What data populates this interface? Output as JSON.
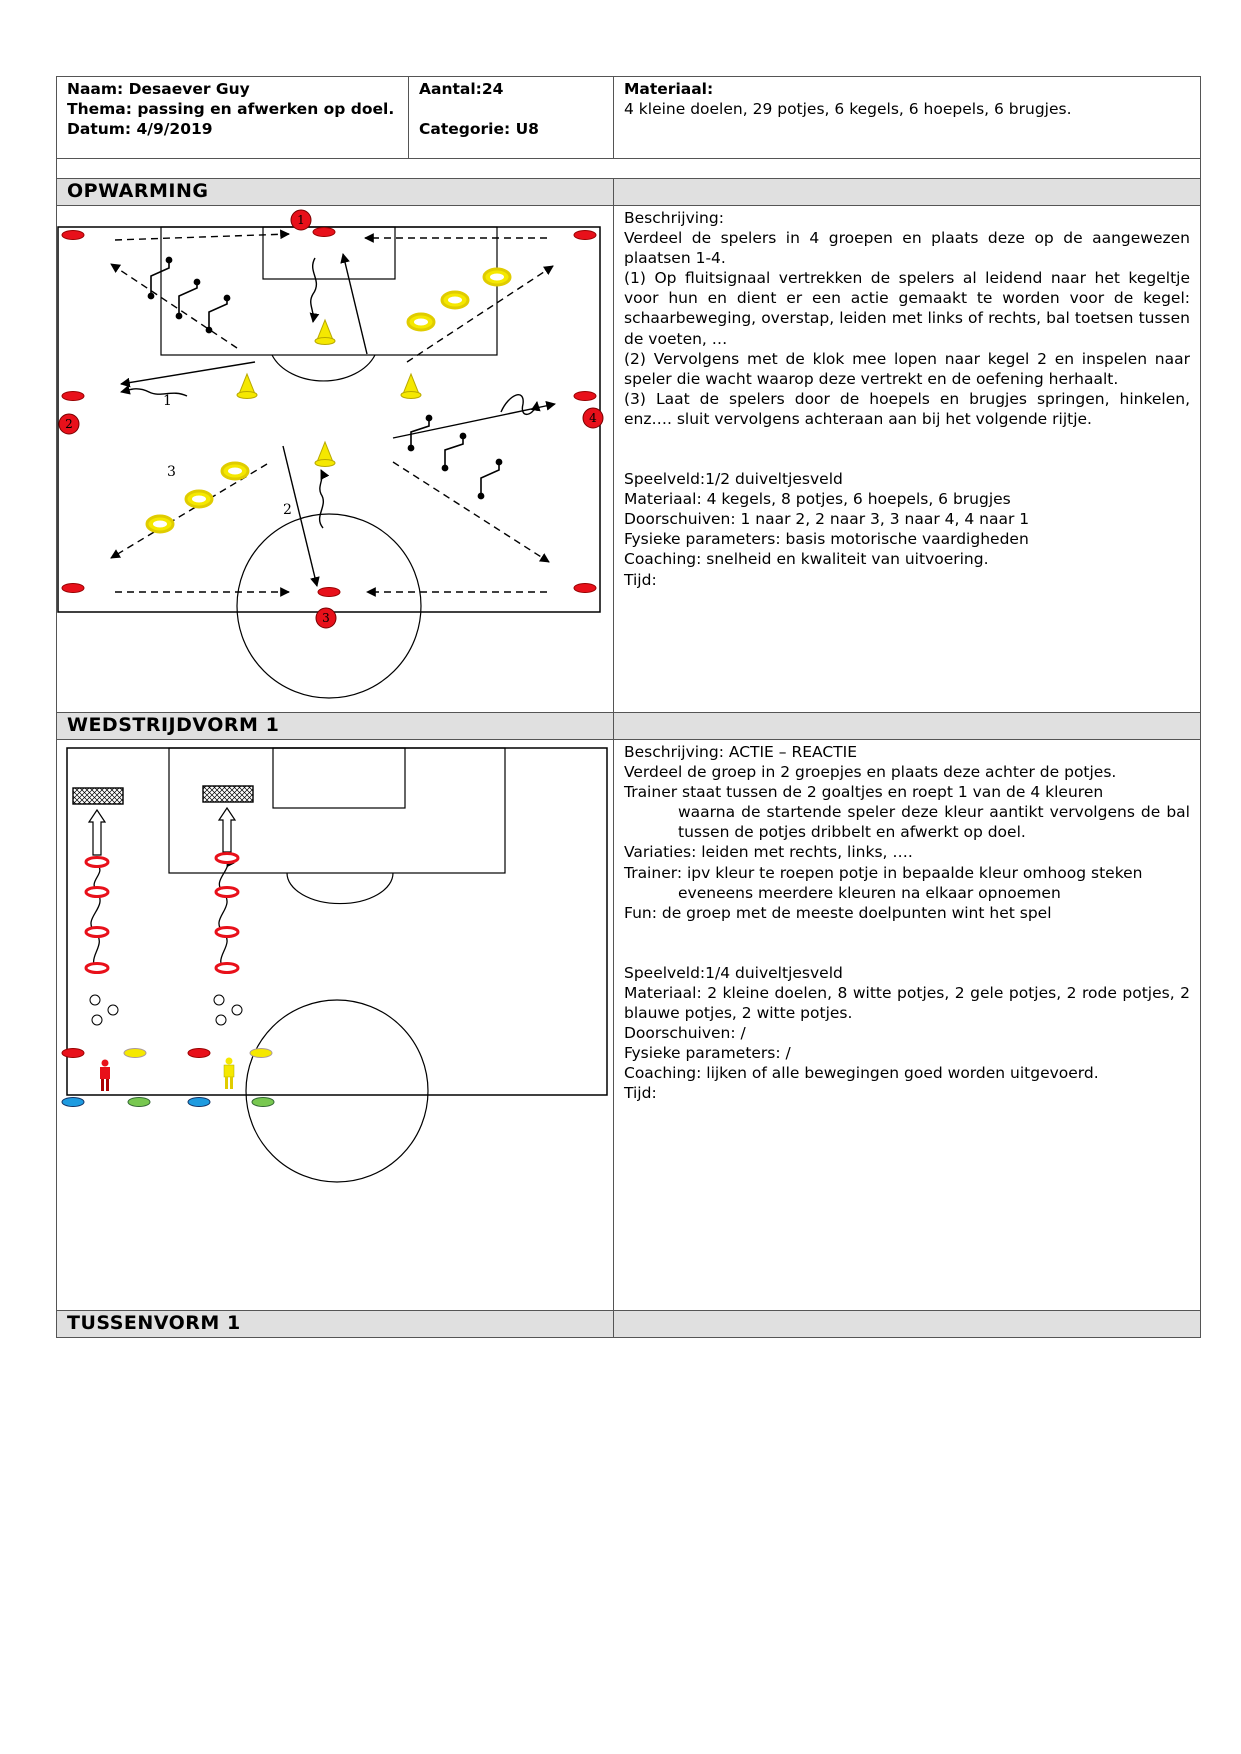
{
  "header": {
    "naam": "Naam: Desaever Guy",
    "thema": "Thema: passing en afwerken op doel.",
    "datum": "Datum: 4/9/2019",
    "aantal": "Aantal:24",
    "categorie": "Categorie: U8",
    "materiaal_label": "Materiaal:",
    "materiaal_value": "4 kleine doelen, 29 potjes, 6 kegels, 6 hoepels, 6 brugjes."
  },
  "opwarming": {
    "title": "OPWARMING",
    "lines": [
      "Beschrijving:",
      "Verdeel de spelers in 4 groepen en plaats deze op de aangewezen plaatsen 1-4.",
      "(1) Op fluitsignaal vertrekken de spelers al leidend naar het kegeltje voor hun en dient er een actie gemaakt te worden voor de kegel: schaarbeweging, overstap, leiden met links of rechts, bal toetsen tussen de voeten, …",
      "(2) Vervolgens met de klok mee lopen naar kegel 2 en inspelen naar speler die wacht waarop deze vertrekt en de oefening herhaalt.",
      "(3) Laat de spelers door de hoepels en brugjes springen, hinkelen, enz…. sluit vervolgens achteraan aan bij het volgende rijtje."
    ],
    "params": [
      "Speelveld:1/2 duiveltjesveld",
      "Materiaal: 4 kegels, 8 potjes, 6 hoepels, 6 brugjes",
      "Doorschuiven: 1 naar 2, 2 naar 3, 3 naar 4, 4 naar 1",
      "Fysieke parameters: basis motorische vaardigheden",
      "Coaching: snelheid en kwaliteit van uitvoering.",
      "Tijd:"
    ],
    "diagram": {
      "station_labels": [
        "1",
        "2",
        "3",
        "4"
      ],
      "path_labels": [
        "1",
        "2",
        "3"
      ]
    }
  },
  "wedstrijdvorm": {
    "title": "WEDSTRIJDVORM 1",
    "lines_a": [
      "Beschrijving: ACTIE – REACTIE",
      "Verdeel de groep in 2 groepjes en plaats deze achter de potjes."
    ],
    "trainer_lead": "Trainer staat tussen de 2 goaltjes en roept 1 van de 4 kleuren",
    "trainer_cont": "waarna de startende speler deze kleur aantikt vervolgens de bal tussen de potjes dribbelt en afwerkt op doel.",
    "variaties": "Variaties: leiden met rechts, links, ….",
    "trainer2_lead": "Trainer: ipv kleur te roepen potje in bepaalde kleur omhoog steken",
    "trainer2_cont": "eveneens meerdere kleuren na elkaar opnoemen",
    "fun": "Fun: de groep met de meeste doelpunten wint het spel",
    "params": [
      "Speelveld:1/4 duiveltjesveld",
      "Materiaal: 2 kleine doelen, 8 witte potjes, 2 gele potjes, 2 rode potjes, 2 blauwe potjes, 2 witte potjes.",
      "Doorschuiven: /",
      "Fysieke parameters: /",
      "Coaching: lijken of alle bewegingen goed worden uitgevoerd.",
      "Tijd:"
    ]
  },
  "tussenvorm": {
    "title": "TUSSENVORM 1"
  },
  "colors": {
    "red": "#e8101a",
    "yellow": "#f5e800",
    "blue": "#1e9be0",
    "green": "#78c850",
    "header_gray": "#e0e0e0"
  }
}
